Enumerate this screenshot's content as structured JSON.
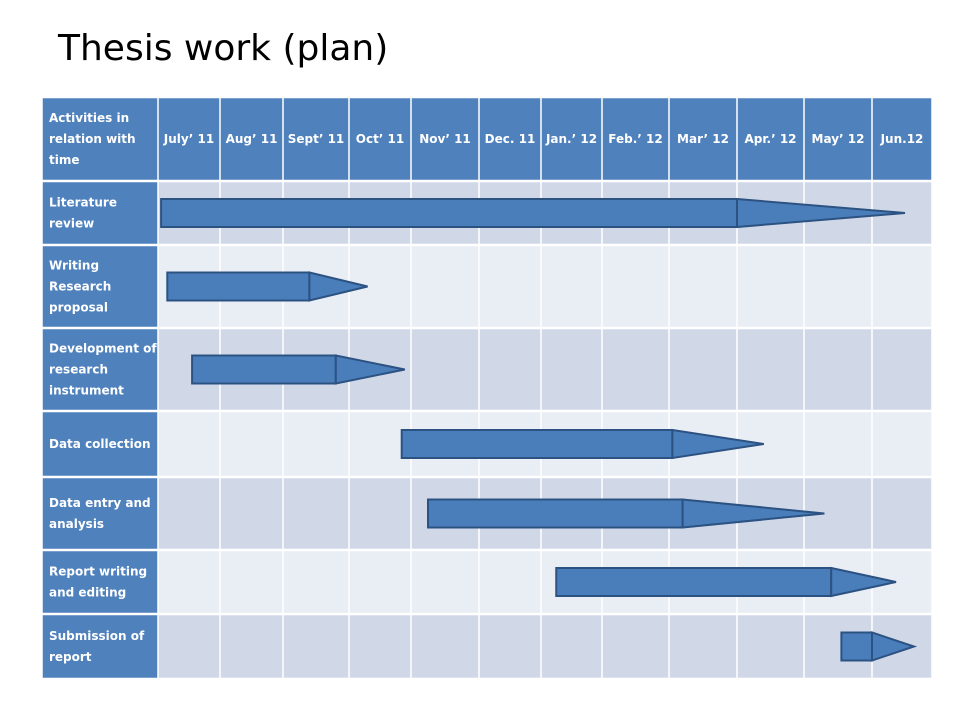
{
  "title": "Thesis work (plan)",
  "chart_data": {
    "type": "table",
    "corner_label": [
      "Activities in",
      "relation with",
      "time"
    ],
    "columns": [
      "July’ 11",
      "Aug’ 11",
      "Sept’ 11",
      "Oct’ 11",
      "Nov’ 11",
      "Dec. 11",
      "Jan.’ 12",
      "Feb.’ 12",
      "Mar’ 12",
      "Apr.’ 12",
      "May’ 12",
      "Jun.12"
    ],
    "tasks": [
      {
        "label": [
          "Literature",
          "review"
        ],
        "start": 0.05,
        "body_end": 9.0,
        "tip_end": 11.55
      },
      {
        "label": [
          "Writing",
          "Research",
          "proposal"
        ],
        "start": 0.15,
        "body_end": 2.4,
        "tip_end": 3.3
      },
      {
        "label": [
          "Development of",
          "research",
          "instrument"
        ],
        "start": 0.55,
        "body_end": 2.8,
        "tip_end": 3.9
      },
      {
        "label": [
          "Data collection"
        ],
        "start": 3.85,
        "body_end": 8.05,
        "tip_end": 9.4
      },
      {
        "label": [
          "Data entry and",
          "analysis"
        ],
        "start": 4.25,
        "body_end": 8.2,
        "tip_end": 10.3
      },
      {
        "label": [
          "Report writing",
          "and editing"
        ],
        "start": 6.25,
        "body_end": 10.4,
        "tip_end": 11.4
      },
      {
        "label": [
          "Submission of",
          "report"
        ],
        "start": 10.55,
        "body_end": 11.0,
        "tip_end": 11.7
      }
    ],
    "colors": {
      "header": "#4f81bd",
      "row_dark": "#d0d8e8",
      "row_light": "#e9edf4",
      "bar_fill": "#4a7ebb",
      "bar_stroke": "#2c5282"
    }
  }
}
